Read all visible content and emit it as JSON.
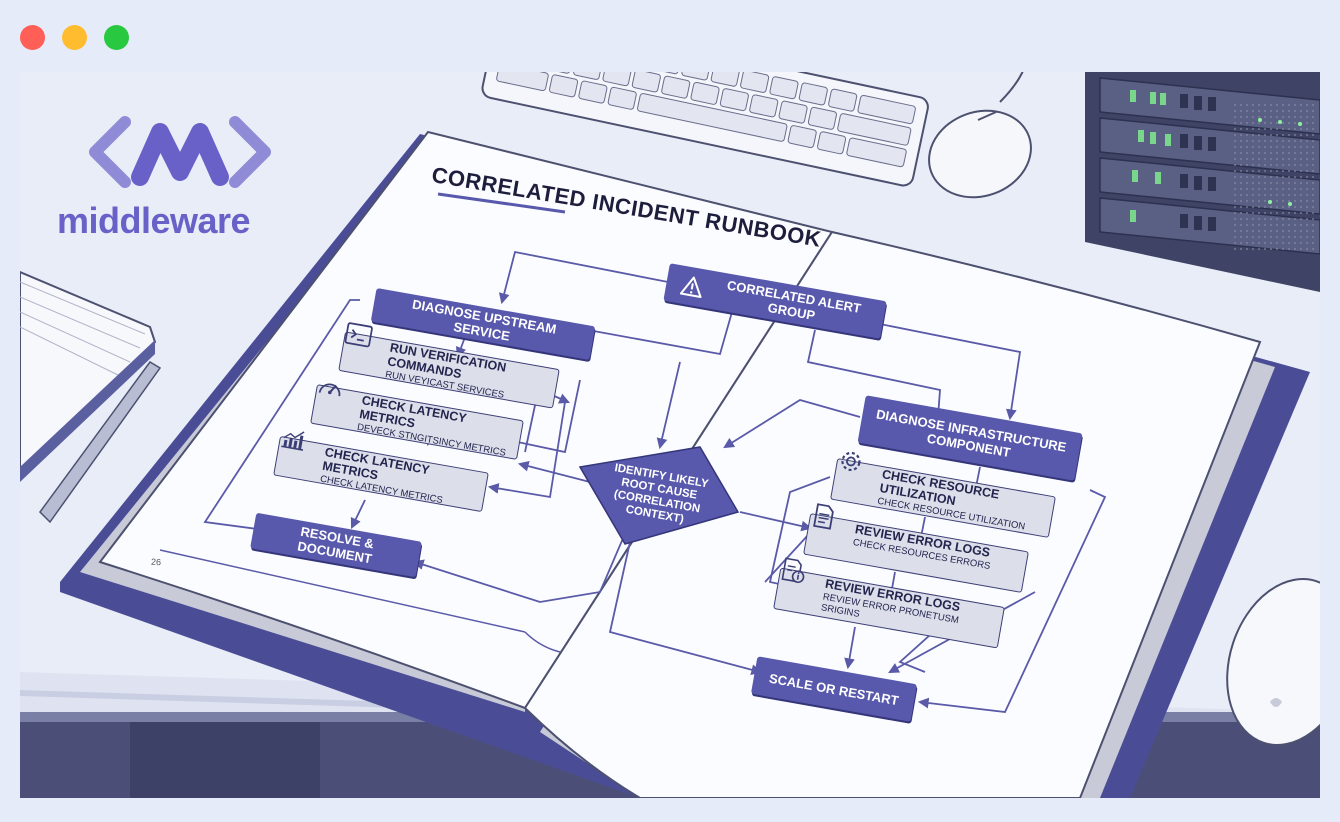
{
  "window": {
    "controls": [
      "close",
      "minimize",
      "maximize"
    ],
    "colors": {
      "close": "#ff5f57",
      "minimize": "#febc2e",
      "maximize": "#28c840"
    }
  },
  "brand": {
    "name": "middleware",
    "color": "#6a61c8",
    "icon": "middleware-logo-icon"
  },
  "runbook": {
    "title": "CORRELATED INCIDENT RUNBOOK",
    "page_number": "26",
    "alert": "CORRELATED ALERT GROUP",
    "decision": "IDENTIFY LIKELY ROOT CAUSE (CORRELATION CONTEXT)",
    "left_branch": {
      "header": "DIAGNOSE UPSTREAM SERVICE",
      "steps": [
        {
          "title": "RUN VERIFICATION COMMANDS",
          "subtitle": "RUN VEYICAST SERVICES",
          "icon": "terminal-icon"
        },
        {
          "title": "CHECK LATENCY METRICS",
          "subtitle": "DEVECK STNGITSINCY METRICS",
          "icon": "gauge-icon"
        },
        {
          "title": "CHECK LATENCY METRICS",
          "subtitle": "CHECK LATENCY METRICS",
          "icon": "bar-chart-icon"
        }
      ],
      "outcome": "RESOLVE & DOCUMENT"
    },
    "right_branch": {
      "header": "DIAGNOSE INFRASTRUCTURE COMPONENT",
      "steps": [
        {
          "title": "CHECK RESOURCE UTILIZATION",
          "subtitle": "CHECK RESOURCE UTILIZATION",
          "icon": "gear-icon"
        },
        {
          "title": "REVIEW ERROR LOGS",
          "subtitle": "CHECK RESOURCES ERRORS",
          "icon": "document-icon"
        },
        {
          "title": "REVIEW ERROR LOGS",
          "subtitle": "REVIEW ERROR PRONETUSM SRIGINS",
          "icon": "log-info-icon"
        }
      ],
      "outcome": "SCALE OR RESTART"
    }
  },
  "accent": "#5858ac",
  "line_color": "#5a5aa8"
}
